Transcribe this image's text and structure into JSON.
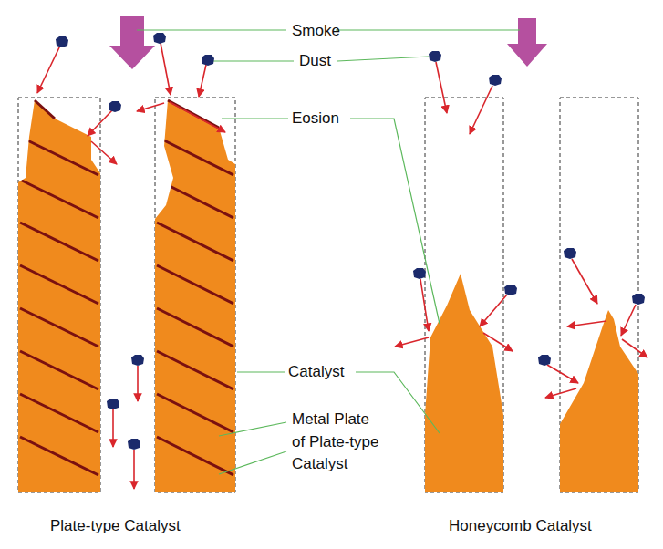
{
  "diagram": {
    "labels": [
      "Smoke",
      "Dust",
      "Eosion",
      "Catalyst",
      "Metal Plate of Plate-type Catalyst",
      "Plate-type Catalyst",
      "Honeycomb Catalyst"
    ]
  }
}
